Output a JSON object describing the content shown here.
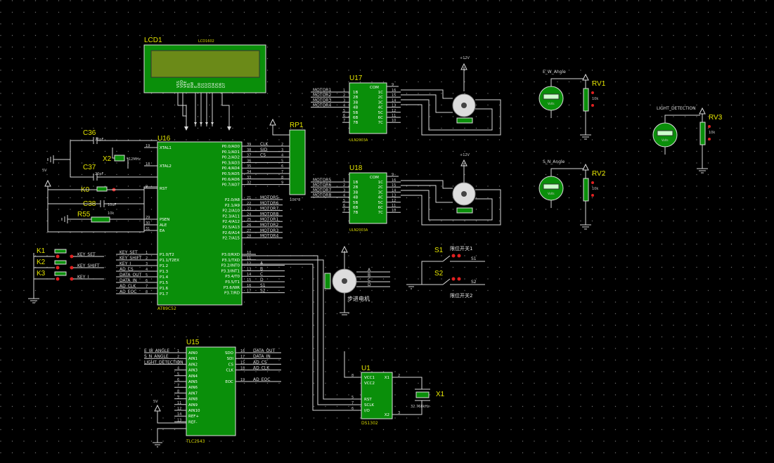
{
  "lcd": {
    "ref": "LCD1",
    "part": "LCD1602",
    "pins": [
      "VSS",
      "VDD",
      "VEE",
      "RS",
      "RW",
      "E",
      "D0",
      "D1",
      "D2",
      "D3",
      "D4",
      "D5",
      "D6",
      "D7"
    ]
  },
  "rp1": {
    "ref": "RP1",
    "value": "10K*8"
  },
  "mcu": {
    "ref": "U16",
    "part": "AT89C52",
    "left_pins": [
      {
        "num": "19",
        "name": "XTAL1"
      },
      {
        "num": "18",
        "name": "XTAL2"
      },
      {
        "num": "9",
        "name": "RST"
      },
      {
        "num": "29",
        "name": "PSEN"
      },
      {
        "num": "30",
        "name": "ALE"
      },
      {
        "num": "31",
        "name": "EA"
      },
      {
        "num": "1",
        "name": "P1.0/T2"
      },
      {
        "num": "2",
        "name": "P1.1/T2EX"
      },
      {
        "num": "3",
        "name": "P1.2"
      },
      {
        "num": "4",
        "name": "P1.3"
      },
      {
        "num": "5",
        "name": "P1.4"
      },
      {
        "num": "6",
        "name": "P1.5"
      },
      {
        "num": "7",
        "name": "P1.6"
      },
      {
        "num": "8",
        "name": "P1.7"
      }
    ],
    "right_pins": [
      {
        "num": "39",
        "name": "P0.0/AD0"
      },
      {
        "num": "38",
        "name": "P0.1/AD1"
      },
      {
        "num": "37",
        "name": "P0.2/AD2"
      },
      {
        "num": "36",
        "name": "P0.3/AD3"
      },
      {
        "num": "35",
        "name": "P0.4/AD4"
      },
      {
        "num": "34",
        "name": "P0.5/AD5"
      },
      {
        "num": "33",
        "name": "P0.6/AD6"
      },
      {
        "num": "32",
        "name": "P0.7/AD7"
      },
      {
        "num": "21",
        "name": "P2.0/A8"
      },
      {
        "num": "22",
        "name": "P2.1/A9"
      },
      {
        "num": "23",
        "name": "P2.2/A10"
      },
      {
        "num": "24",
        "name": "P2.3/A11"
      },
      {
        "num": "25",
        "name": "P2.4/A12"
      },
      {
        "num": "26",
        "name": "P2.5/A13"
      },
      {
        "num": "27",
        "name": "P2.6/A14"
      },
      {
        "num": "28",
        "name": "P2.7/A15"
      },
      {
        "num": "10",
        "name": "P3.0/RXD"
      },
      {
        "num": "11",
        "name": "P3.1/TXD"
      },
      {
        "num": "12",
        "name": "P3.2/INT0"
      },
      {
        "num": "13",
        "name": "P3.3/INT1"
      },
      {
        "num": "14",
        "name": "P3.4/T0"
      },
      {
        "num": "15",
        "name": "P3.5/T1"
      },
      {
        "num": "16",
        "name": "P3.6/WR"
      },
      {
        "num": "17",
        "name": "P3.7/RD"
      }
    ],
    "left_nets": [
      "KEY_SET",
      "KEY_SHIFT",
      "KEY_I",
      "AD_CS",
      "DATA_OUT",
      "DATA_IN",
      "AD_CLK",
      "AD_EOC"
    ],
    "p0_nets": [
      "CLK",
      "SID",
      "CS"
    ],
    "p2_nets": [
      "MOTOR5",
      "MOTOR6",
      "MOTOR7",
      "MOTOR8",
      "MOTOR1",
      "MOTOR2",
      "MOTOR3",
      "MOTOR4"
    ],
    "p3_nets": [
      "A",
      "B",
      "C",
      "D",
      "S1",
      "S2"
    ]
  },
  "crystal_circuit": {
    "c36": {
      "ref": "C36",
      "value": "20pF"
    },
    "c37": {
      "ref": "C37",
      "value": "20pF"
    },
    "x2": {
      "ref": "X2",
      "value": "12MHz"
    },
    "k0": {
      "ref": "K0"
    },
    "c38": {
      "ref": "C38",
      "value": "10uF"
    },
    "r55": {
      "ref": "R55",
      "value": "10k"
    },
    "vcc": "5V"
  },
  "keys": [
    {
      "ref": "K1",
      "net": "KEY_SET"
    },
    {
      "ref": "K2",
      "net": "KEY_SHIFT"
    },
    {
      "ref": "K3",
      "net": "KEY_I"
    }
  ],
  "u17": {
    "ref": "U17",
    "part": "ULN2003A",
    "com": "COM",
    "inputs": [
      {
        "net": "MOTOR1",
        "num": "1",
        "pin": "1B"
      },
      {
        "net": "MOTOR2",
        "num": "2",
        "pin": "2B"
      },
      {
        "net": "MOTOR3",
        "num": "3",
        "pin": "3B"
      },
      {
        "net": "MOTOR4",
        "num": "4",
        "pin": "4B"
      },
      {
        "net": "",
        "num": "5",
        "pin": "5B"
      },
      {
        "net": "",
        "num": "6",
        "pin": "6B"
      },
      {
        "net": "",
        "num": "7",
        "pin": "7B"
      }
    ],
    "outputs": [
      {
        "num": "16",
        "pin": "1C"
      },
      {
        "num": "15",
        "pin": "2C"
      },
      {
        "num": "14",
        "pin": "3C"
      },
      {
        "num": "13",
        "pin": "4C"
      },
      {
        "num": "12",
        "pin": "5C"
      },
      {
        "num": "11",
        "pin": "6C"
      },
      {
        "num": "10",
        "pin": "7C"
      }
    ],
    "com_num": "9",
    "motor_supply": "+12V"
  },
  "u18": {
    "ref": "U18",
    "part": "ULN2003A",
    "com": "COM",
    "inputs": [
      {
        "net": "MOTOR5",
        "num": "1",
        "pin": "1B"
      },
      {
        "net": "MOTOR6",
        "num": "2",
        "pin": "2B"
      },
      {
        "net": "MOTOR7",
        "num": "3",
        "pin": "3B"
      },
      {
        "net": "MOTOR8",
        "num": "4",
        "pin": "4B"
      },
      {
        "net": "",
        "num": "5",
        "pin": "5B"
      },
      {
        "net": "",
        "num": "6",
        "pin": "6B"
      },
      {
        "net": "",
        "num": "7",
        "pin": "7B"
      }
    ],
    "outputs": [
      {
        "num": "16",
        "pin": "1C"
      },
      {
        "num": "15",
        "pin": "2C"
      },
      {
        "num": "14",
        "pin": "3C"
      },
      {
        "num": "13",
        "pin": "4C"
      },
      {
        "num": "12",
        "pin": "5C"
      },
      {
        "num": "11",
        "pin": "6C"
      },
      {
        "num": "10",
        "pin": "7C"
      }
    ],
    "com_num": "9",
    "motor_supply": "+12V"
  },
  "pots": [
    {
      "ref": "RV1",
      "value": "10k",
      "net": "E_W_Angle",
      "meter": "Volts"
    },
    {
      "ref": "RV2",
      "value": "10k",
      "net": "S_N_Angle",
      "meter": "Volts"
    },
    {
      "ref": "RV3",
      "value": "10k",
      "net": "LIGHT_DETECTION",
      "meter": "Volts"
    }
  ],
  "switches": [
    {
      "ref": "S1",
      "caption": "限位开关1",
      "net": "S1"
    },
    {
      "ref": "S2",
      "caption": "限位开关2",
      "net": "S2"
    }
  ],
  "stepper": {
    "caption": "步进电机",
    "pins": [
      "A",
      "B",
      "C",
      "D"
    ]
  },
  "adc": {
    "ref": "U15",
    "part": "TLC2543",
    "vref": "5V",
    "left_pins": [
      {
        "num": "1",
        "name": "AIN0"
      },
      {
        "num": "2",
        "name": "AIN1"
      },
      {
        "num": "3",
        "name": "AIN2"
      },
      {
        "num": "4",
        "name": "AIN3"
      },
      {
        "num": "5",
        "name": "AIN4"
      },
      {
        "num": "6",
        "name": "AIN5"
      },
      {
        "num": "7",
        "name": "AIN6"
      },
      {
        "num": "8",
        "name": "AIN7"
      },
      {
        "num": "9",
        "name": "AIN8"
      },
      {
        "num": "11",
        "name": "AIN9"
      },
      {
        "num": "12",
        "name": "AIN10"
      },
      {
        "num": "14",
        "name": "REF+"
      },
      {
        "num": "13",
        "name": "REF-"
      }
    ],
    "right_pins": [
      {
        "num": "16",
        "name": "SDO",
        "net": "DATA_OUT"
      },
      {
        "num": "17",
        "name": "SDI",
        "net": "DATA_IN"
      },
      {
        "num": "15",
        "name": "CS",
        "net": "AD_CS"
      },
      {
        "num": "18",
        "name": "CLK",
        "net": "AD_CLK"
      },
      {
        "num": "19",
        "name": "EOC",
        "net": "AD_EOC"
      }
    ],
    "input_nets": [
      "E_W_ANGLE",
      "S_N_ANGLE",
      "LIGHT_DETECTION"
    ]
  },
  "rtc": {
    "ref": "U1",
    "part": "DS1302",
    "left_pins": [
      {
        "num": "8",
        "name": "VCC1"
      },
      {
        "num": "",
        "name": "VCC2"
      },
      {
        "num": "5",
        "name": "RST"
      },
      {
        "num": "7",
        "name": "SCLK"
      },
      {
        "num": "6",
        "name": "I/O"
      }
    ],
    "right_pins": [
      {
        "num": "2",
        "name": "X1"
      },
      {
        "num": "3",
        "name": "X2"
      }
    ],
    "crystal": {
      "ref": "X1",
      "value": "32.768kHz"
    }
  }
}
